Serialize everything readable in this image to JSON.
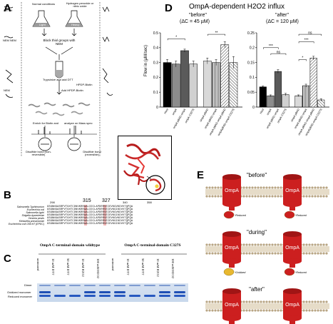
{
  "panels": {
    "A": "A",
    "B": "B",
    "C": "C",
    "D": "D",
    "E": "E"
  },
  "panel_a": {
    "col_normal": "Normal conditions",
    "col_hydrogen": "Hydrogen peroxide or nitric oxide",
    "tube_light": "Light",
    "tube_heavy": "Heavy",
    "sh_label": "SH  SH",
    "nem_label": "NEM NEM",
    "step_block": "Block thiol groups with NEM",
    "step_trypsin": "Trypsinize and add DTT",
    "step_hpdp": "Add HPDP-Biotin",
    "hpdp_label": "HPDP-Biotin",
    "nem_side": "NEM",
    "step_enrich": "Enrich for Biotin and",
    "step_analyze": "analyze on Mass spec",
    "bond_left": "Disulfide bond (non-reversible)",
    "bond_right": "Disulfide bond (reversible)"
  },
  "panel_b": {
    "positions": [
      "298",
      "315",
      "327",
      "340",
      "358"
    ],
    "organisms": [
      "Salmonella Typhimurium",
      "Escherichia coli",
      "Salmonella typhi",
      "Shigella dysenteriae",
      "Yersinia pestis",
      "Klebsiella pneumoniae",
      "Escherichia coli O55:H7 (EPEC)"
    ],
    "sequences": [
      "GSGNNGASRPVTGHTCDNVKRRAALIDCLAPDRRVEIEVKGVKDVVTQPQA",
      "GSGNNGASRPVTGHTCDNVKRRAALIDCLAPDRRVEIEVKGIKDVVTQPQA",
      "GSGNNGASRPVTGHTCDNVKRRAALIDCLAPDRRVEIEVKGVKDVVTQPQA",
      "GSGNNGASRPVTGHTCDNVKRRAALIDCLAPDRRVEIEVKGIKDVVTQPQA",
      "GSGNNGASRPVTGHTCDNVKRRAALIDCLAPDRRVEIEVKGVKDVVTQPQA",
      "GSGNNGASRPVTGHTCDNVKRRAALIDCLAPDRRVEIEVKGIKDVVTQPQA",
      "GSGNNGASRPVTGHTCDNVKRRAALIDCLAPDRRVEIEVKGIKDVVTQPQA"
    ]
  },
  "panel_c": {
    "group_wt": "OmpA C-terminal-domain wildtype",
    "group_mut": "OmpA C-terminal-domain C327S",
    "lanes_wt": [
      "untreated",
      "10 mM DTT",
      "50 mM DTT",
      "10 mM H2O2",
      "100 mM H2O2"
    ],
    "lanes_mut": [
      "untreated",
      "10 mM DTT",
      "50 mM DTT",
      "10 mM H2O2",
      "100 mM H2O2"
    ],
    "band_labels": [
      "Dimer",
      "Oxidized monomer",
      "Reduced monomer"
    ]
  },
  "panel_e": {
    "stage_before": "\"before\"",
    "stage_during": "\"during\"",
    "stage_after": "\"after\"",
    "protein_label": "OmpA",
    "reduced": "*Reduced",
    "oxidized": "*Oxidized",
    "colors": {
      "barrel": "#cc1f1f",
      "ox": "#e8b830",
      "membrane": "#b8a583"
    }
  },
  "chart_data": [
    {
      "type": "bar",
      "title": "OmpA-dependent H2O2 influx",
      "subtitle": "\"before\"",
      "delta": "(ΔC = 45 µM)",
      "ylabel": "Flow in (µM/sec)",
      "ylim": [
        0,
        0.5
      ],
      "yticks": [
        "0",
        "0.1",
        "0.2",
        "0.3",
        "0.4",
        "0.5"
      ],
      "categories": [
        "Host",
        "ompA",
        "ompA pBAD-ompA",
        "ompA-C327S",
        "ompA pBAD",
        "ompA pBAD-ompA",
        "ompA pBAD-ompA pBAD",
        "ompApBAD-ompA C327S"
      ],
      "values": [
        0.3,
        0.29,
        0.38,
        0.29,
        0.31,
        0.3,
        0.42,
        0.3
      ],
      "errors": [
        0.02,
        0.02,
        0.01,
        0.02,
        0.02,
        0.02,
        0.02,
        0.04
      ],
      "significance": [
        "*",
        "**"
      ]
    },
    {
      "type": "bar",
      "subtitle": "\"after\"",
      "delta": "(ΔC = 120 µM)",
      "ylim": [
        0,
        0.25
      ],
      "yticks": [
        "0",
        "0.05",
        "0.1",
        "0.15",
        "0.2",
        "0.25"
      ],
      "categories": [
        "Host",
        "ompA",
        "ompA pBAD-ompA",
        "ompA-C327S",
        "ompA pBAD",
        "ompA pBAD-ompA",
        "ompA pBAD-ompA pBAD",
        "ompApBAD-ompA C327S"
      ],
      "values": [
        0.068,
        0.038,
        0.12,
        0.042,
        0.038,
        0.072,
        0.165,
        0.024
      ],
      "errors": [
        0.003,
        0.003,
        0.006,
        0.004,
        0.003,
        0.005,
        0.006,
        0.004
      ],
      "significance": [
        "***",
        "ns",
        "*",
        "***",
        "ns"
      ]
    }
  ]
}
